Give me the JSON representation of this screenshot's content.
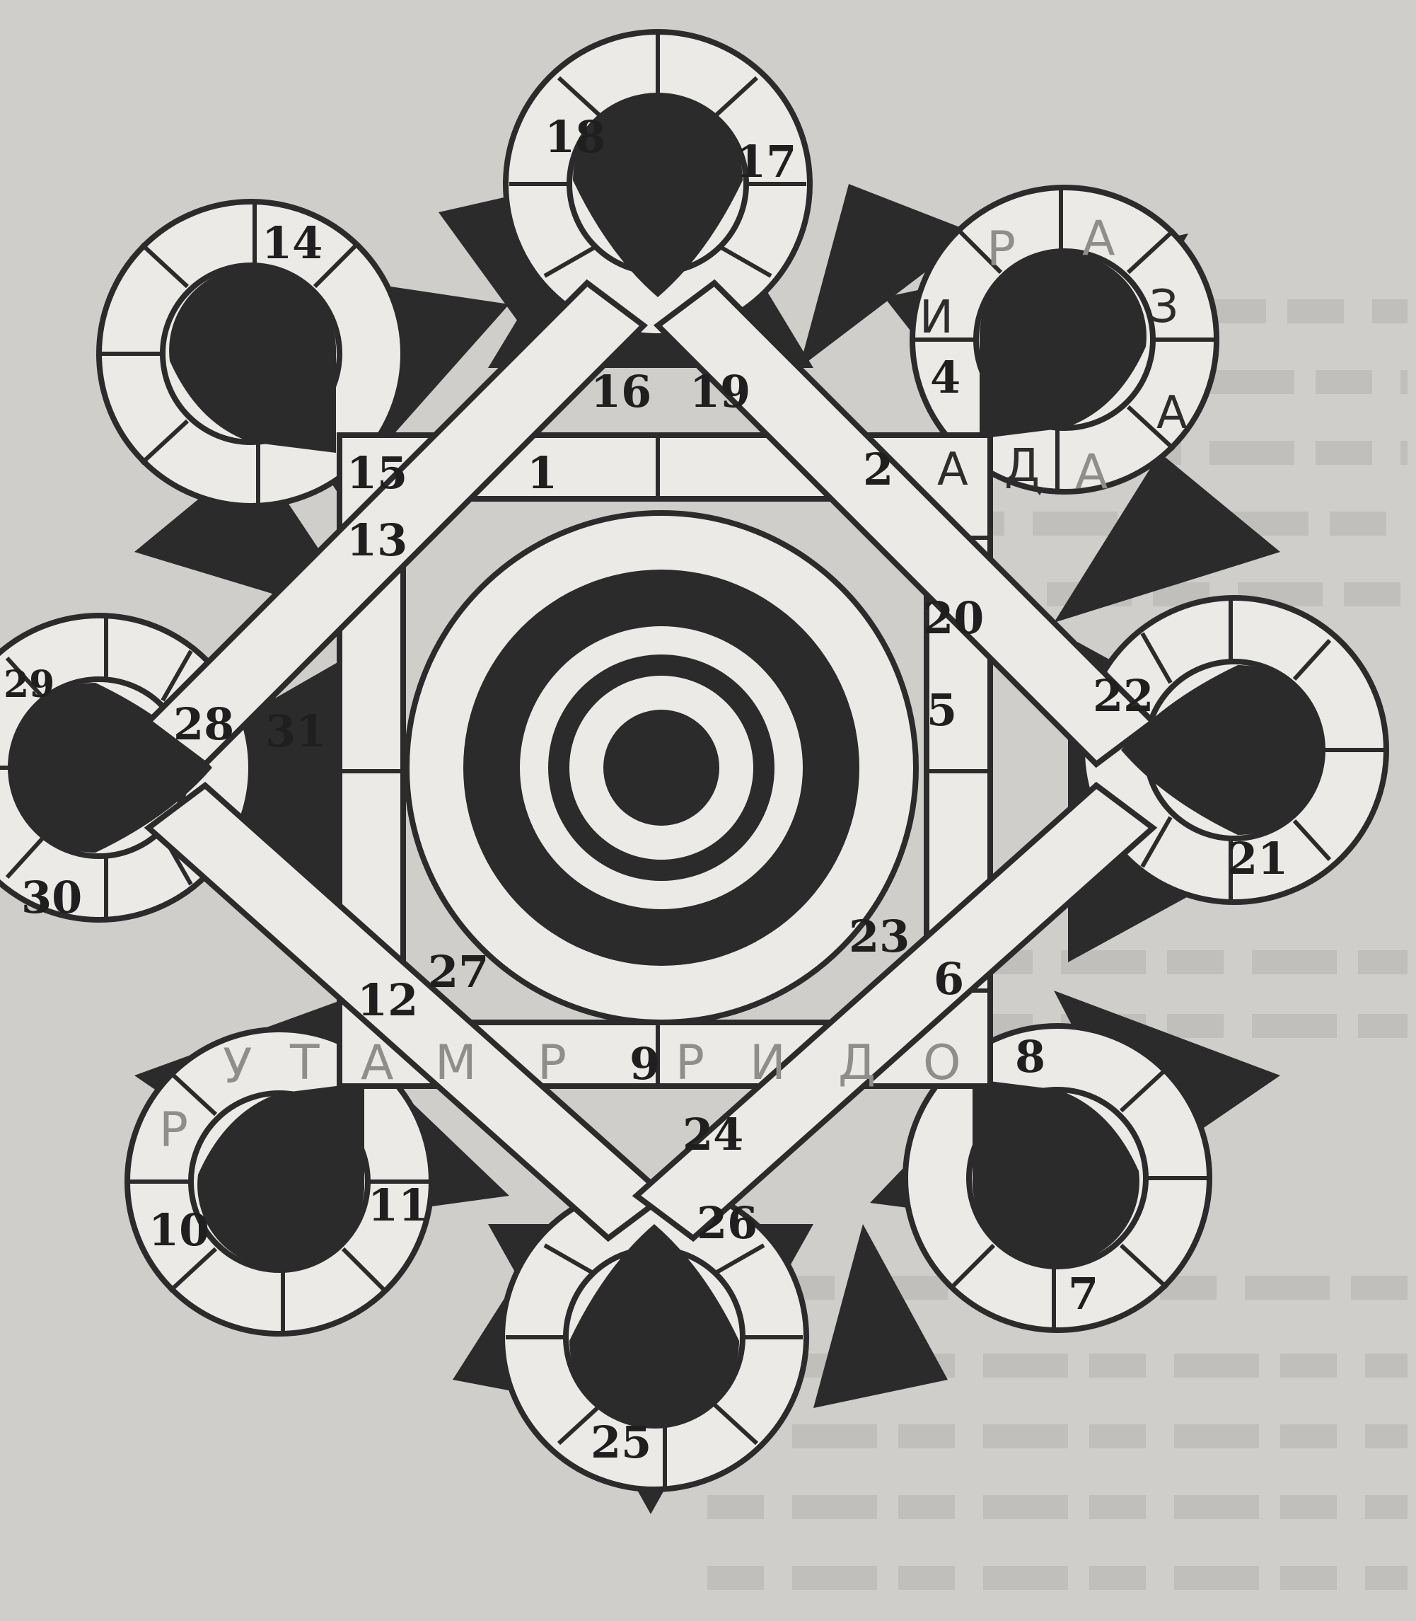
{
  "board": {
    "cell_numbers": [
      "1",
      "2",
      "4",
      "5",
      "6",
      "7",
      "8",
      "9",
      "10",
      "11",
      "12",
      "13",
      "14",
      "15",
      "16",
      "17",
      "18",
      "19",
      "20",
      "21",
      "22",
      "23",
      "24",
      "25",
      "26",
      "27",
      "28",
      "29",
      "30",
      "31"
    ],
    "letters_top_right": [
      "И",
      "Р",
      "А",
      "З",
      "А",
      "А",
      "Д",
      "А"
    ],
    "letters_bottom_left": [
      "Р",
      "У",
      "Т",
      "А",
      "М",
      "Р"
    ],
    "letters_bottom_pencil": [
      "Р",
      "И",
      "Д",
      "О"
    ],
    "colors": {
      "ink": "#2b2b2b",
      "paper": "#cfcecb",
      "cell": "#eceae6"
    }
  }
}
